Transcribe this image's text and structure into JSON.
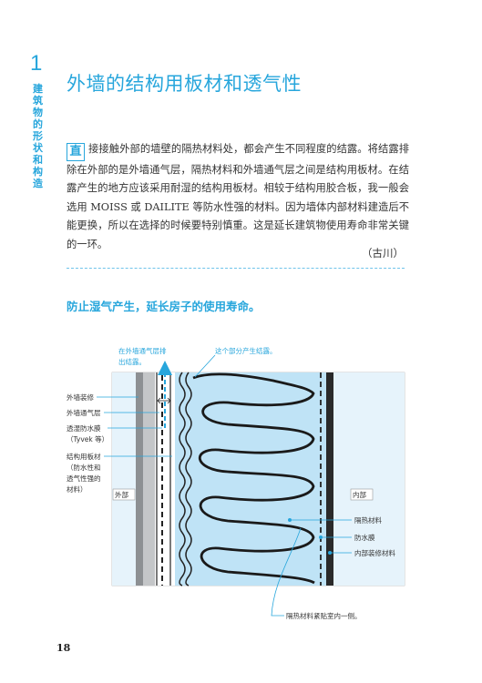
{
  "chapter": {
    "number": "1",
    "title": "建筑物的形状和构造"
  },
  "page_title": "外墙的结构用板材和透气性",
  "body": {
    "drop_cap": "直",
    "paragraph": "接接触外部的墙壁的隔热材料处，都会产生不同程度的结露。将结露排除在外部的是外墙通气层，隔热材料和外墙通气层之间是结构用板材。在结露产生的地方应该采用耐湿的结构用板材。相较于结构用胶合板，我一般会选用 MOISS 或 DAILITE 等防水性强的材料。因为墙体内部材料建造后不能更换，所以在选择的时候要特别慎重。这是延长建筑物使用寿命非常关键的一环。",
    "author": "（古川）"
  },
  "section_heading": "防止湿气产生，延长房子的使用寿命。",
  "diagram": {
    "top_left_note": [
      "在外墙通气层排",
      "出结露。"
    ],
    "top_right_note": "这个部分产生结露。",
    "left_labels": {
      "exterior_finish": "外墙装修",
      "vent_layer": "外墙通气层",
      "membrane": [
        "透湿防水膜",
        "（Tyvek 等）"
      ],
      "structural_board": [
        "结构用板材",
        "（防水性和",
        "透气性强的",
        "材料）"
      ]
    },
    "outside_label": "外部",
    "inside_label": "内部",
    "right_labels": {
      "insulation": "隔热材料",
      "vapor_barrier": "防水膜",
      "interior_finish": "内部装修材料"
    },
    "bottom_note": "隔热材料紧贴室内一侧。"
  },
  "page_number": "18",
  "colors": {
    "accent": "#27a6dc",
    "outside_fill": "#e6f3fb",
    "inside_fill": "#bfe3f6",
    "panel_gray": "#b6b8ba"
  }
}
